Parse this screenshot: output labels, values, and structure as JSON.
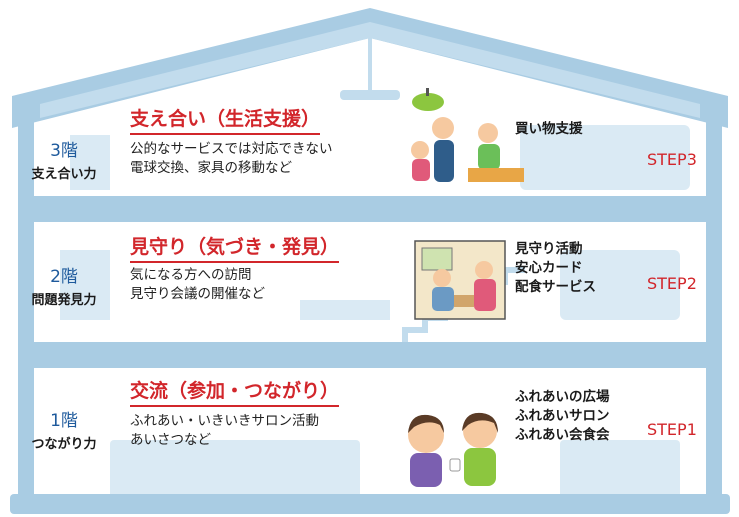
{
  "floors": [
    {
      "floor": "3階",
      "ability": "支え合い力",
      "title": "支え合い（生活支援）",
      "desc": [
        "公的なサービスでは対応できない",
        "電球交換、家具の移動など"
      ],
      "activities": [
        "買い物支援"
      ],
      "step": "STEP3"
    },
    {
      "floor": "2階",
      "ability": "問題発見力",
      "title": "見守り（気づき・発見）",
      "desc": [
        "気になる方への訪問",
        "見守り会議の開催など"
      ],
      "activities": [
        "見守り活動",
        "安心カード",
        "配食サービス"
      ],
      "step": "STEP2"
    },
    {
      "floor": "1階",
      "ability": "つながり力",
      "title": "交流（参加・つながり）",
      "desc": [
        "ふれあい・いきいきサロン活動",
        "あいさつなど"
      ],
      "activities": [
        "ふれあいの広場",
        "ふれあいサロン",
        "ふれあい会食会"
      ],
      "step": "STEP1"
    }
  ],
  "colors": {
    "house": "#a9cce3",
    "house_dark": "#8fbbd8",
    "accent": "#d2262b",
    "floor_num": "#1e5a9c"
  }
}
